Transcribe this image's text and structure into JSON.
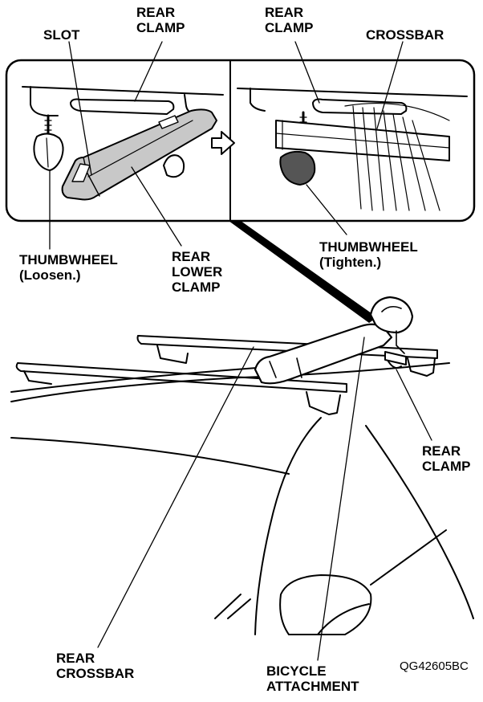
{
  "labels": {
    "slot": "SLOT",
    "rear_clamp_left": "REAR\nCLAMP",
    "rear_clamp_right": "REAR\nCLAMP",
    "crossbar": "CROSSBAR",
    "thumbwheel_loosen": "THUMBWHEEL\n(Loosen.)",
    "rear_lower_clamp": "REAR\nLOWER\nCLAMP",
    "thumbwheel_tighten": "THUMBWHEEL\n(Tighten.)",
    "rear_clamp_bottom": "REAR\nCLAMP",
    "rear_crossbar": "REAR\nCROSSBAR",
    "bicycle_attachment": "BICYCLE\nATTACHMENT"
  },
  "figure_code": "QG42605BC",
  "colors": {
    "line": "#000000",
    "clamp_fill": "#c8c8c8",
    "paper": "#ffffff"
  }
}
